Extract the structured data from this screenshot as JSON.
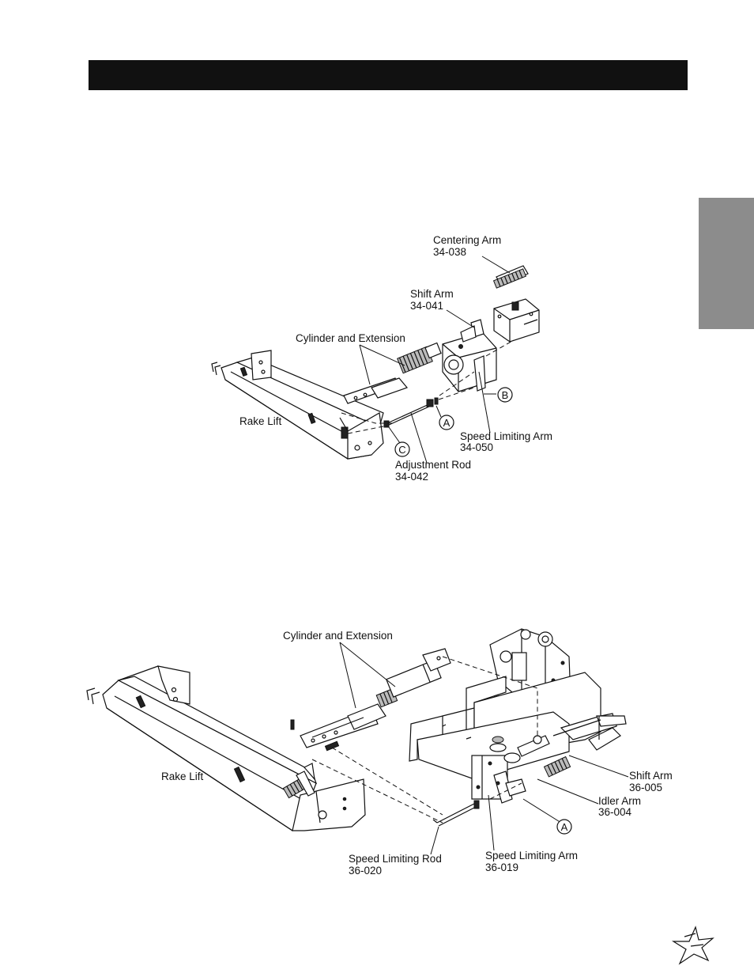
{
  "diagram1": {
    "labels": {
      "centering_arm": "Centering Arm",
      "centering_arm_part": "34-038",
      "shift_arm": "Shift Arm",
      "shift_arm_part": "34-041",
      "cylinder": "Cylinder and Extension",
      "rake_lift": "Rake Lift",
      "speed_limiting_arm": "Speed Limiting Arm",
      "speed_limiting_arm_part": "34-050",
      "adjustment_rod": "Adjustment Rod",
      "adjustment_rod_part": "34-042"
    },
    "callouts": {
      "a": "A",
      "b": "B",
      "c": "C"
    }
  },
  "diagram2": {
    "labels": {
      "cylinder": "Cylinder and Extension",
      "rake_lift": "Rake Lift",
      "shift_arm": "Shift Arm",
      "shift_arm_part": "36-005",
      "idler_arm": "Idler Arm",
      "idler_arm_part": "36-004",
      "speed_limiting_rod": "Speed Limiting Rod",
      "speed_limiting_rod_part": "36-020",
      "speed_limiting_arm": "Speed Limiting Arm",
      "speed_limiting_arm_part": "36-019"
    },
    "callouts": {
      "a": "A"
    }
  },
  "colors": {
    "header": "#111111",
    "side_tab": "#8c8c8c",
    "ink": "#111111"
  },
  "icons": {
    "footer": "star-logo-icon"
  }
}
